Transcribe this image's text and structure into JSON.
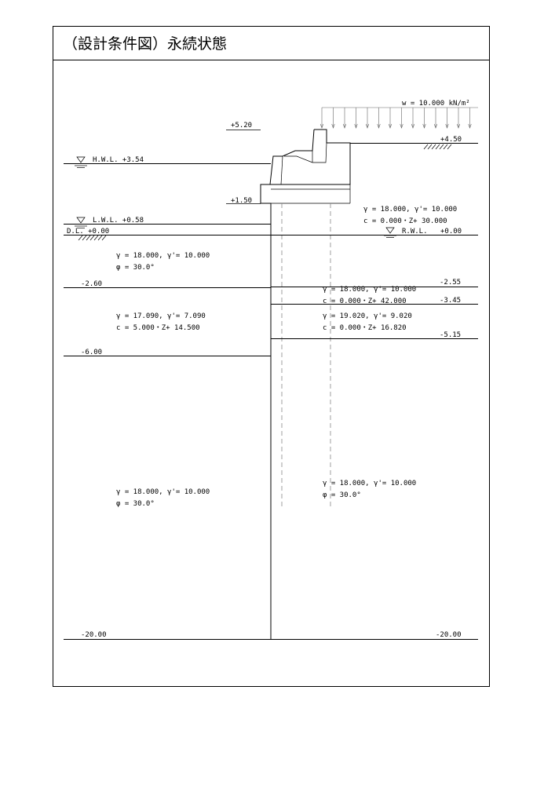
{
  "title": "（設計条件図）永続状態",
  "surcharge": {
    "label": "w  =  10.000 kN/m²"
  },
  "levels": {
    "crown": "+5.20",
    "backfill": "+4.50",
    "hwl": "H.W.L.  +3.54",
    "toe": "+1.50",
    "lwl": "L.W.L.  +0.58",
    "dl": "D.L.  +0.00",
    "rwl": "R.W.L.",
    "rwl_value": "+0.00",
    "left_a": "-2.60",
    "left_b": "-6.00",
    "left_base": "-20.00",
    "right_a": "-2.55",
    "right_b": "-3.45",
    "right_c": "-5.15",
    "right_base": "-20.00"
  },
  "soils": {
    "backfill_gamma": "γ  =  18.000, γ'=  10.000",
    "backfill_c": "c  =    0.000・Z+  30.000",
    "left1_gamma": "γ  =  18.000, γ'=  10.000",
    "left1_phi": "φ  =  30.0°",
    "left2_gamma": "γ  =  17.090, γ'=   7.090",
    "left2_c": "c  =    5.000・Z+  14.500",
    "left3_gamma": "γ  =  18.000, γ'=  10.000",
    "left3_phi": "φ  =  30.0°",
    "right1_gamma": "γ  =  18.000, γ'=  10.000",
    "right1_c": "c  =    0.000・Z+  42.000",
    "right2_gamma": "γ  =  19.020, γ'=   9.020",
    "right2_c": "c  =    0.000・Z+  16.820",
    "right3_gamma": "γ  =  18.000, γ'=  10.000",
    "right3_phi": "φ  =  30.0°"
  }
}
